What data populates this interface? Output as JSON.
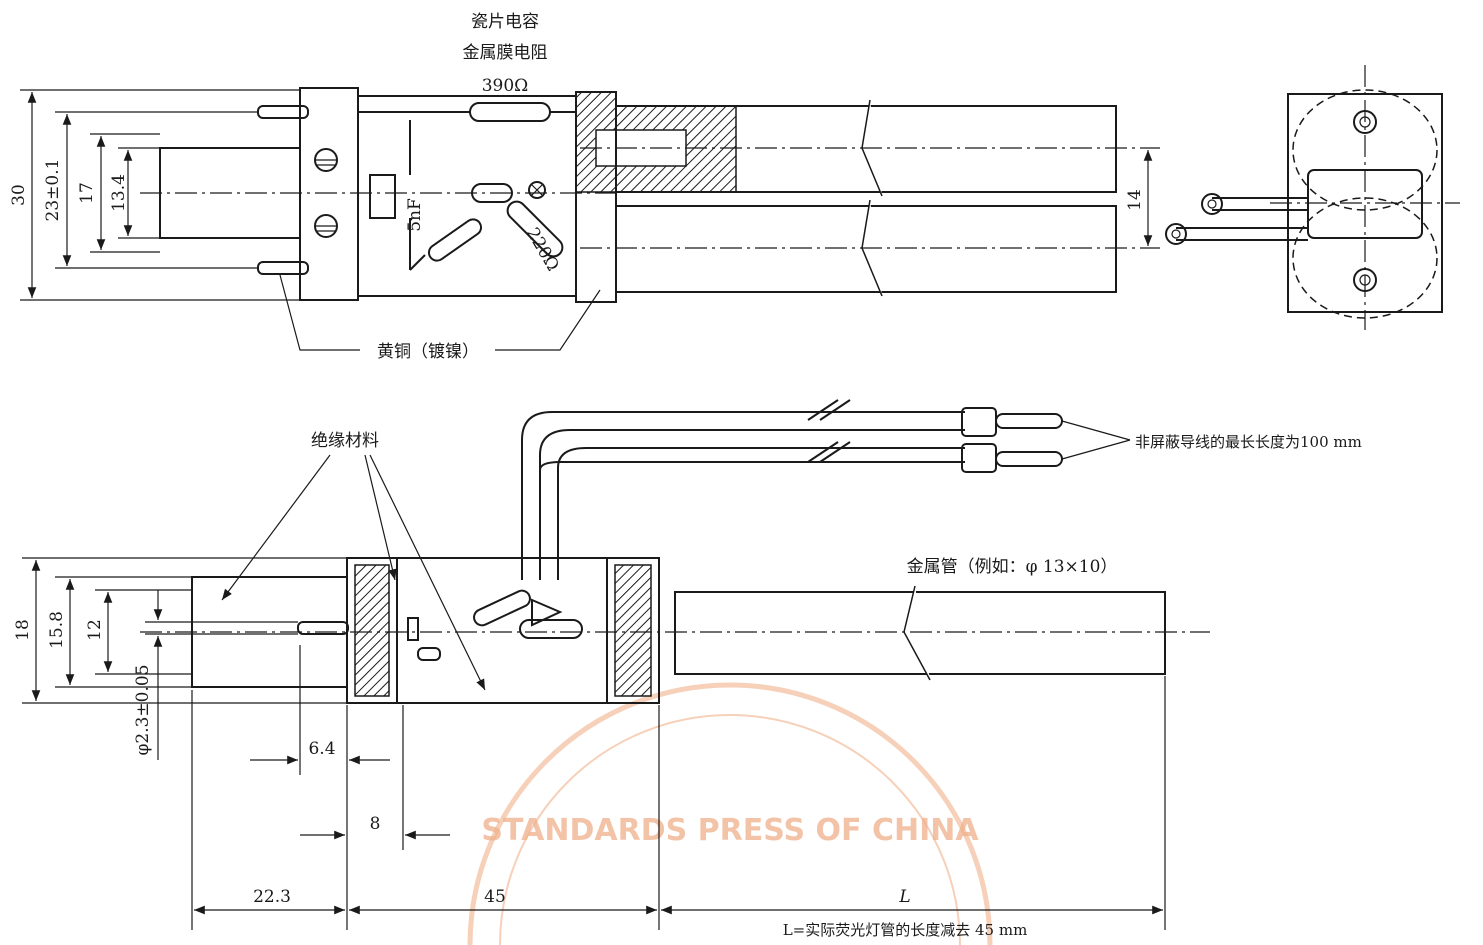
{
  "top_view": {
    "capacitor_label": "瓷片电容",
    "resistor_label": "金属膜电阻",
    "resistor_390": "390Ω",
    "capacitor_value": "5nF",
    "resistor_220": "220Ω",
    "brass_label": "黄铜（镀镍）",
    "dim_30": "30",
    "dim_23": "23±0.1",
    "dim_17": "17",
    "dim_13_4": "13.4",
    "dim_14": "14"
  },
  "side_view": {
    "insulation_label": "绝缘材料",
    "lead_label": "非屏蔽导线的最长长度为100 mm",
    "tube_label": "金属管（例如：φ 13×10）",
    "dim_18": "18",
    "dim_15_8": "15.8",
    "dim_12": "12",
    "dim_diameter": "φ2.3±0.05",
    "dim_6_4": "6.4",
    "dim_8": "8",
    "dim_22_3": "22.3",
    "dim_45": "45",
    "dim_L": "L",
    "L_note": "L=实际荧光灯管的长度减去 45 mm"
  },
  "watermark": {
    "text": "STANDARDS PRESS OF CHINA",
    "color": "#f0b08a"
  }
}
